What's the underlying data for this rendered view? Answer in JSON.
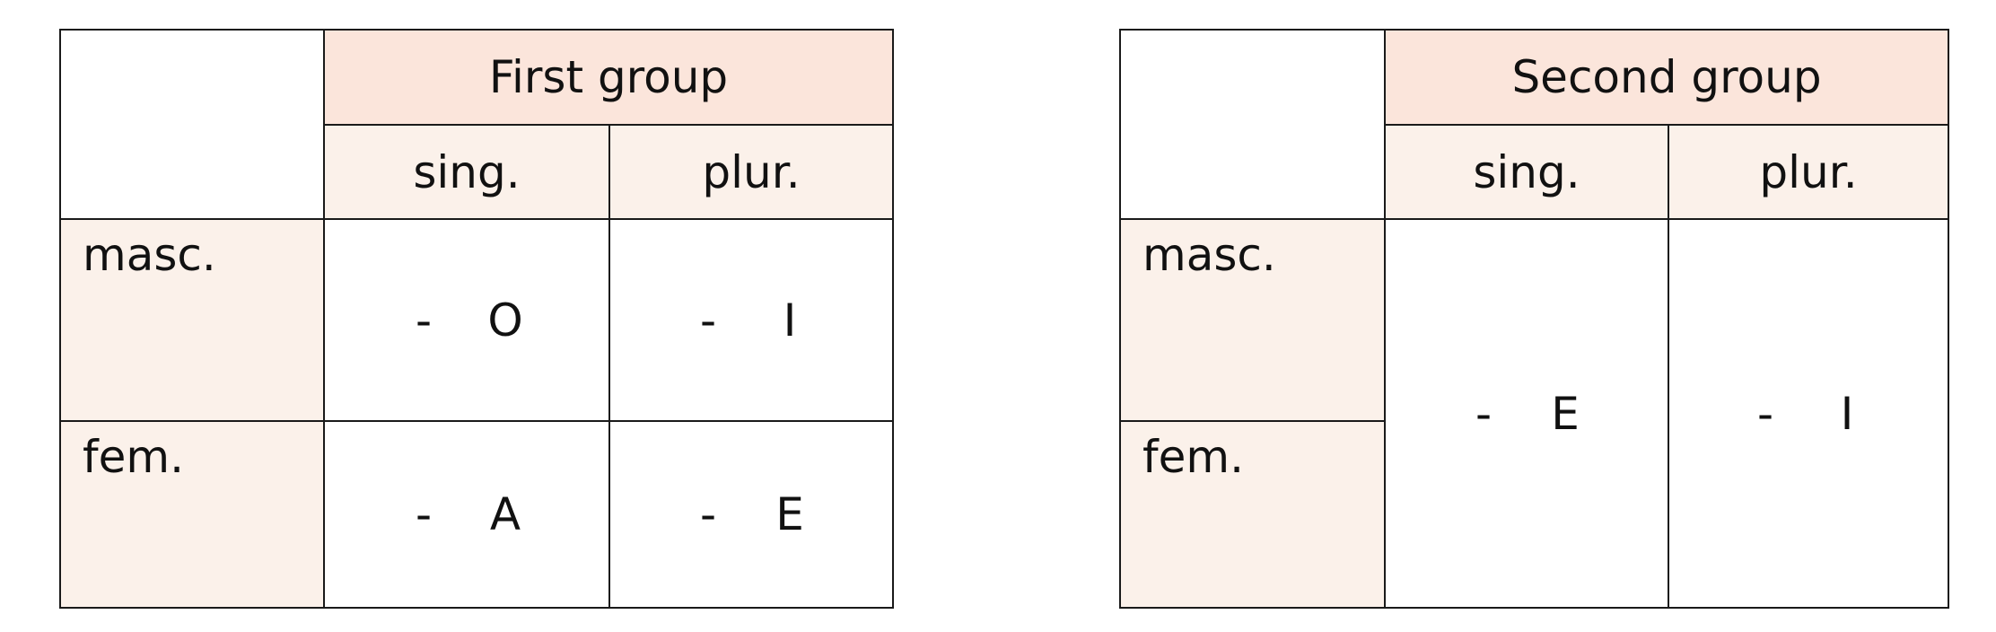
{
  "colors": {
    "group_header_bg": "#fbe5db",
    "sub_header_bg": "#fbf1ea",
    "row_label_bg": "#fbf1ea",
    "value_bg": "#ffffff",
    "border": "#1a1a1a"
  },
  "table1": {
    "group_header": "First group",
    "col_sing": "sing.",
    "col_plur": "plur.",
    "row_masc": "masc.",
    "row_fem": "fem.",
    "masc_sing": {
      "dash": "-",
      "letter": "O"
    },
    "masc_plur": {
      "dash": "-",
      "letter": "I"
    },
    "fem_sing": {
      "dash": "-",
      "letter": "A"
    },
    "fem_plur": {
      "dash": "-",
      "letter": "E"
    }
  },
  "table2": {
    "group_header": "Second group",
    "col_sing": "sing.",
    "col_plur": "plur.",
    "row_masc": "masc.",
    "row_fem": "fem.",
    "sing_merged": {
      "dash": "-",
      "letter": "E"
    },
    "plur_merged": {
      "dash": "-",
      "letter": "I"
    }
  }
}
